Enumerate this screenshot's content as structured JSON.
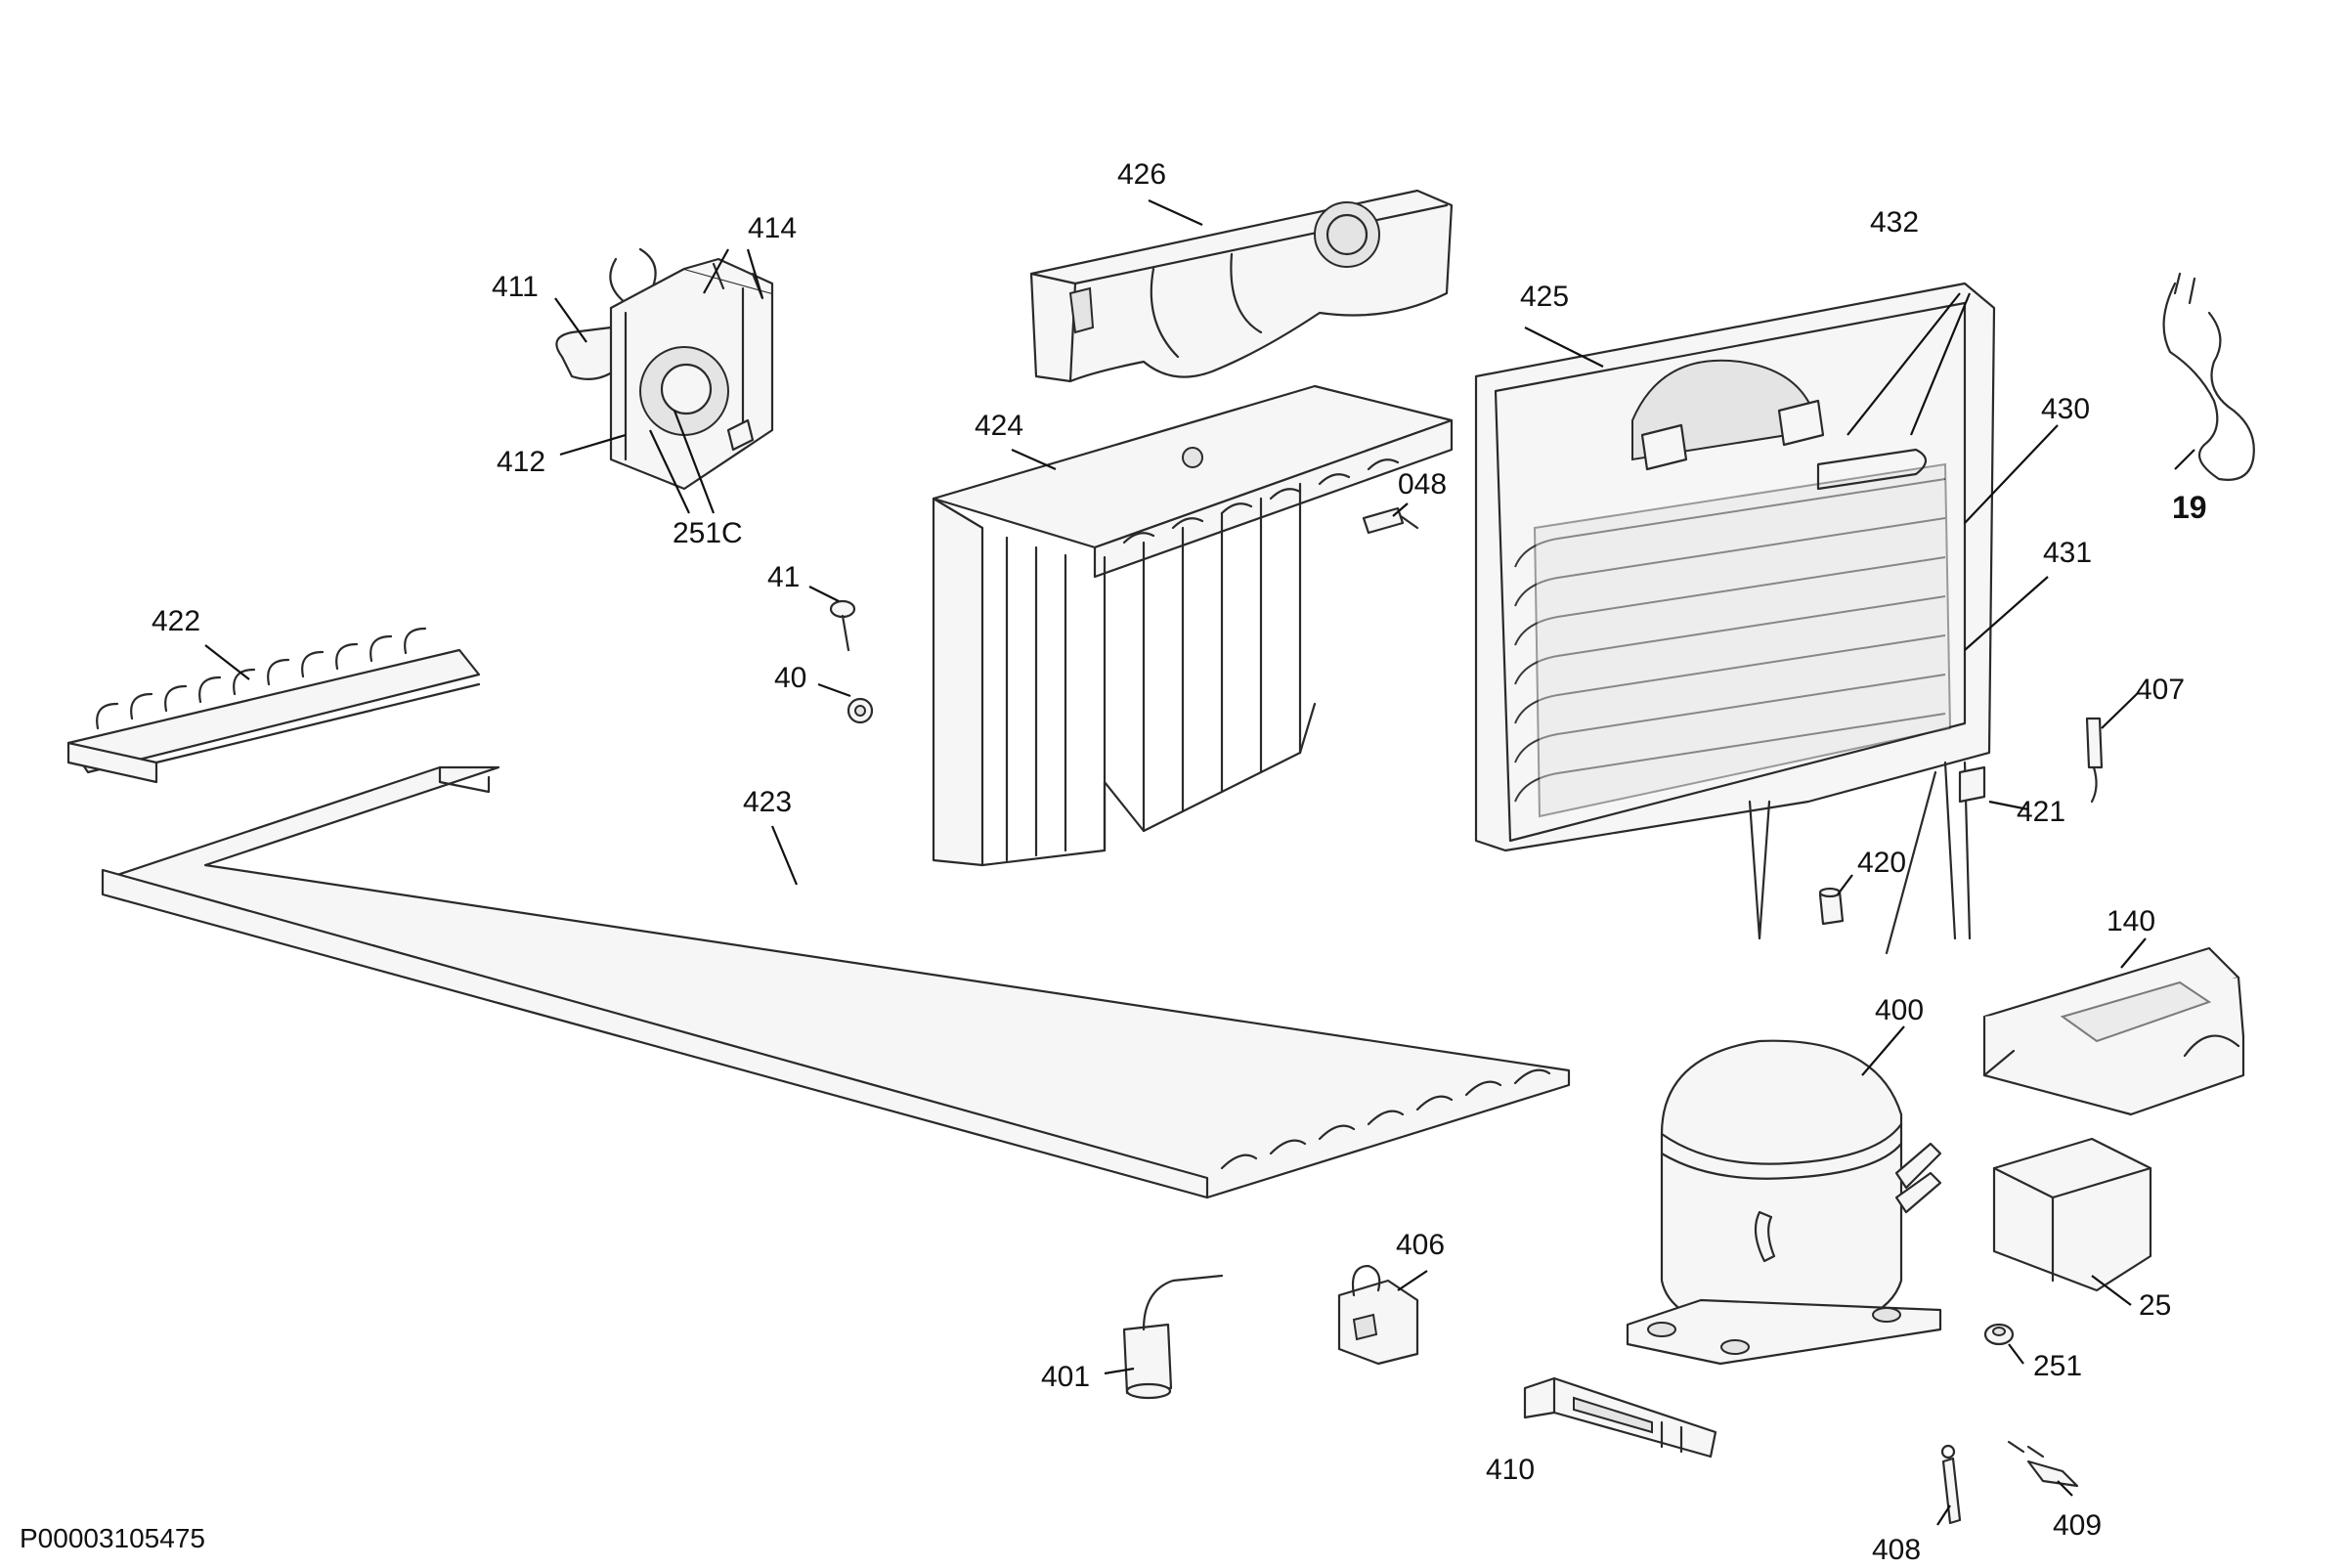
{
  "reference_code": "P00003105475",
  "labels": {
    "p411": "411",
    "p414": "414",
    "p412": "412",
    "p251c": "251C",
    "p426": "426",
    "p424": "424",
    "p048": "048",
    "p41": "41",
    "p40": "40",
    "p422": "422",
    "p423": "423",
    "p425": "425",
    "p432": "432",
    "p430": "430",
    "p431": "431",
    "p19": "19",
    "p407": "407",
    "p421": "421",
    "p420": "420",
    "p140": "140",
    "p400": "400",
    "p406": "406",
    "p401": "401",
    "p410": "410",
    "p25": "25",
    "p251": "251",
    "p408": "408",
    "p409": "409"
  },
  "colors": {
    "line": "#2a2a2a",
    "background": "#ffffff"
  }
}
